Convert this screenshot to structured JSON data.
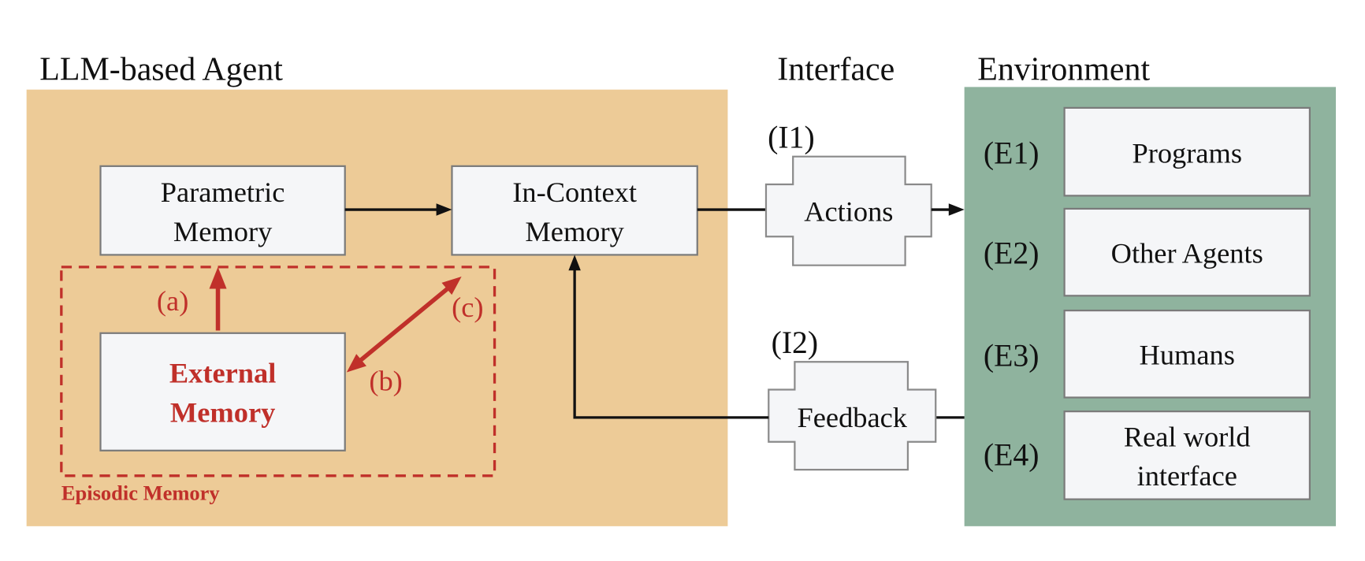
{
  "agent": {
    "title": "LLM-based Agent",
    "parametric_memory": [
      "Parametric",
      "Memory"
    ],
    "in_context_memory": [
      "In-Context",
      "Memory"
    ],
    "external_memory": [
      "External",
      "Memory"
    ],
    "episodic_memory_label": "Episodic Memory",
    "arrow_labels": {
      "a": "(a)",
      "b": "(b)",
      "c": "(c)"
    }
  },
  "interface": {
    "title": "Interface",
    "items": [
      {
        "id": "(I1)",
        "label": "Actions"
      },
      {
        "id": "(I2)",
        "label": "Feedback"
      }
    ]
  },
  "environment": {
    "title": "Environment",
    "items": [
      {
        "id": "(E1)",
        "label": [
          "Programs"
        ]
      },
      {
        "id": "(E2)",
        "label": [
          "Other Agents"
        ]
      },
      {
        "id": "(E3)",
        "label": [
          "Humans"
        ]
      },
      {
        "id": "(E4)",
        "label": [
          "Real world",
          "interface"
        ]
      }
    ]
  },
  "colors": {
    "agent_background": "#EDCB97",
    "environment_background": "#8FB39E",
    "episodic_red": "#C0302A",
    "box_fill": "#F5F6F8"
  }
}
